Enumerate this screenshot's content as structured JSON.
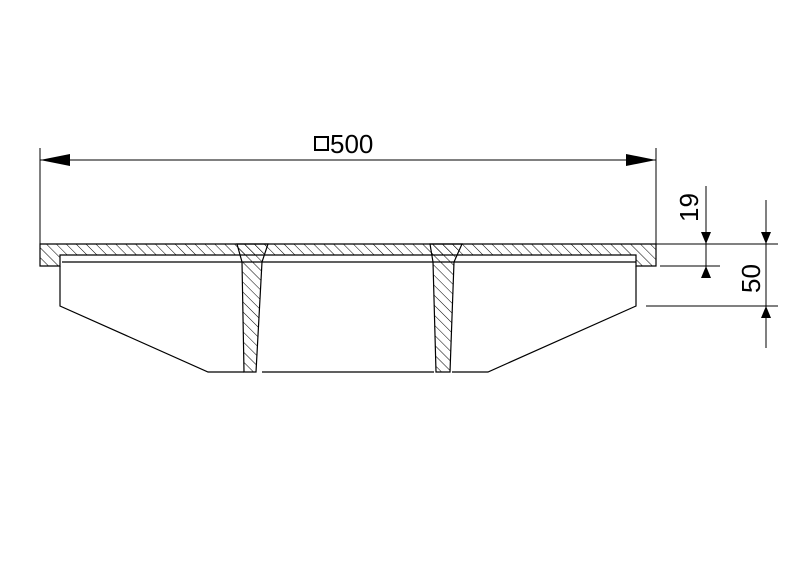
{
  "drawing": {
    "width_label": "500",
    "width_prefix_symbol": "square-symbol",
    "height_label_top": "19",
    "height_label_side": "50"
  }
}
